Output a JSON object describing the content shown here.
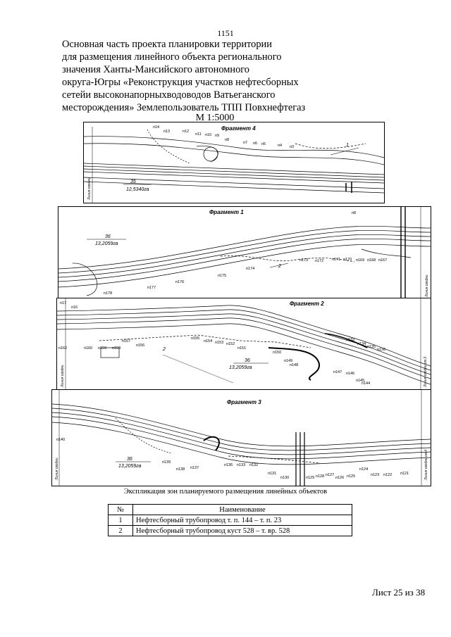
{
  "page_number": "1151",
  "title_lines": [
    "Основная часть проекта планировки территории",
    "для размещения линейного объекта регионального",
    "значения Ханты-Мансийского автономного",
    "округа-Югры «Реконструкция участков нефтесборных",
    "сетейи высоконапорныхводоводов Ватьеганского",
    "месторождения» Землепользователь ТПП Повхнефтегаз"
  ],
  "scale": "М 1:5000",
  "maps": {
    "f4": {
      "title": "Фрагмент 4",
      "zone_no": "35",
      "zone_area": "12,5340га",
      "side_label": "Линия сводки",
      "line_label": "1",
      "points": [
        "п14",
        "п13",
        "п12",
        "п11",
        "п10",
        "п9",
        "п8",
        "п7",
        "п6",
        "п5",
        "п4",
        "п3"
      ]
    },
    "f1": {
      "title": "Фрагмент 1",
      "zone_no": "36",
      "zone_area": "13,2059га",
      "line_label": "2",
      "side_label": "Линия сводки",
      "points": [
        "п8",
        "п173",
        "п172",
        "п171",
        "п170",
        "п169",
        "п168",
        "п167",
        "п174",
        "п175",
        "п176",
        "п177",
        "п178"
      ]
    },
    "f2": {
      "title": "Фрагмент 2",
      "zone_no": "36",
      "zone_area": "13,2059га",
      "line_label": "2",
      "side_label_left": "Линия сводки",
      "side_label_right": "Линия сводки см.3",
      "points": [
        "п17",
        "п16",
        "п162",
        "п160",
        "п159",
        "п158",
        "п157",
        "п156",
        "п155",
        "п154",
        "п153",
        "п152",
        "п151",
        "п150",
        "п149",
        "п148",
        "п147",
        "п146",
        "п145",
        "п144",
        "п133",
        "п134",
        "п135",
        "п136"
      ]
    },
    "f3": {
      "title": "Фрагмент 3",
      "zone_no": "36",
      "zone_area": "13,2059га",
      "side_label_left": "Линия сводки",
      "side_label_right": "Линия сводки см.4",
      "points": [
        "п140",
        "п139",
        "п138",
        "п137",
        "п136",
        "п133",
        "п132",
        "п131",
        "п130",
        "п129",
        "п128",
        "п127",
        "п126",
        "п125",
        "п124",
        "п123",
        "п122",
        "п121"
      ]
    }
  },
  "explication": {
    "caption": "Экспликация зон планируемого размещения линейных объектов",
    "col_no": "№",
    "col_name": "Наименование",
    "rows": [
      {
        "no": "1",
        "name": "Нефтесборный трубопровод т. п. 144 – т. п. 23"
      },
      {
        "no": "2",
        "name": "Нефтесборный трубопровод куст 528 – т. вр. 528"
      }
    ]
  },
  "sheet": "Лист 25 из 38"
}
